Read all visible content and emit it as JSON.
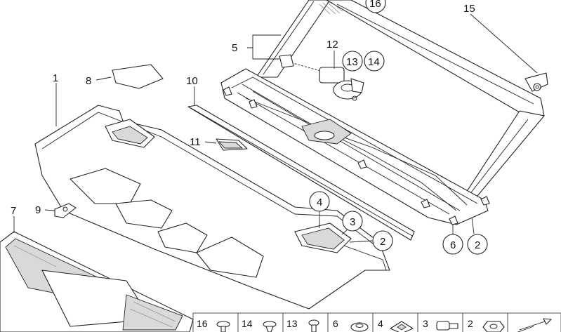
{
  "callouts": {
    "c1": "1",
    "c2a": "2",
    "c2b": "2",
    "c3": "3",
    "c4": "4",
    "c5": "5",
    "c6": "6",
    "c7": "7",
    "c8": "8",
    "c9": "9",
    "c10": "10",
    "c11": "11",
    "c12": "12",
    "c13": "13",
    "c14": "14",
    "c15": "15",
    "c16": "16"
  },
  "legend": [
    {
      "num": "16"
    },
    {
      "num": "14"
    },
    {
      "num": "13"
    },
    {
      "num": "6"
    },
    {
      "num": "4"
    },
    {
      "num": "3"
    },
    {
      "num": "2"
    }
  ]
}
